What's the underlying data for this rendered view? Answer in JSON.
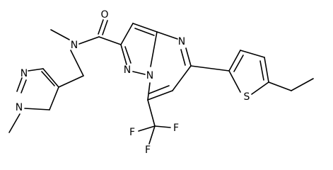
{
  "molecule": {
    "atoms": {
      "carbonyl_o": "O",
      "amide_n": "N",
      "pyrazole_ring_n_upper": "N",
      "pyrazole_ring_n_methyl": "N",
      "core_n_pyrazole": "N",
      "core_n_bridge": "N",
      "core_n_pyrimidine": "N",
      "thiophene_s": "S",
      "fluorine_1": "F",
      "fluorine_2": "F",
      "fluorine_3": "F"
    }
  }
}
